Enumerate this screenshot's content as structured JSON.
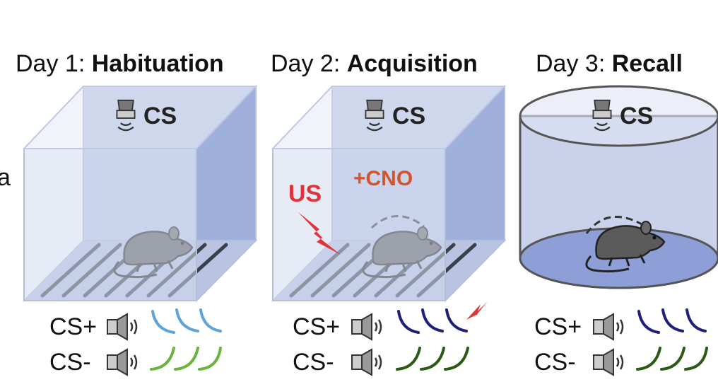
{
  "header": {
    "day1_prefix": "Day 1: ",
    "day1_bold": "Habituation",
    "day2_prefix": "Day 2: ",
    "day2_bold": "Acquisition",
    "day3_prefix": "Day 3: ",
    "day3_bold": "Recall"
  },
  "panel_letter": "a",
  "panels": [
    {
      "speaker_label": "CS",
      "cs_plus": "CS+",
      "cs_minus": "CS-"
    },
    {
      "speaker_label": "CS",
      "us_label": "US",
      "drug_label": "+CNO",
      "cs_plus": "CS+",
      "cs_minus": "CS-"
    },
    {
      "speaker_label": "CS",
      "cs_plus": "CS+",
      "cs_minus": "CS-"
    }
  ],
  "colors": {
    "box_front": "#c9d2ea",
    "box_side": "#9fb0dc",
    "floor": "#8a9bd4",
    "rod": "#3a3f4a",
    "mouse": "#5b5b5b",
    "us_red": "#e0343a",
    "cno_orange": "#d2542d",
    "csplus_day1": "#5fa3d9",
    "csminus_day1": "#6ab33e",
    "csplus_day23": "#1e1f7a",
    "csminus_day23": "#2c5a14"
  }
}
